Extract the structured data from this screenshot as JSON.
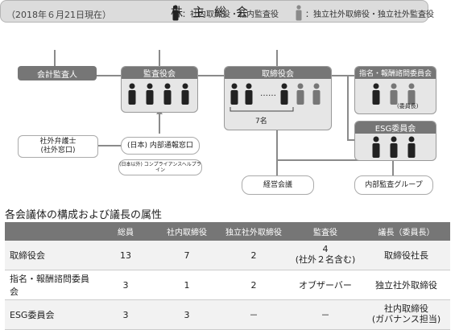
{
  "header": {
    "date": "（2018年６月21日現在）",
    "legend_internal": "：社内取締役・社内監査役",
    "legend_external": "：独立社外取締役・独立社外監査役"
  },
  "diagram": {
    "shareholders": "株主総会",
    "auditor": "会計監査人",
    "audit_board": "監査役会",
    "board": "取締役会",
    "board_count": "7名",
    "board_ellipsis": "……",
    "nomination": "指名・報酬諮問委員会",
    "chair_badge": "(委員長)",
    "esg": "ESG委員会",
    "lawyer": "社外弁護士\n(社外窓口)",
    "internal_report": "(日本) 内部通報窓口",
    "helpline": "(日本以外) コンプライアンスヘルプライン",
    "management": "経営会議",
    "internal_audit": "内部監査グループ"
  },
  "table": {
    "title": "各会議体の構成および議長の属性",
    "headers": [
      "",
      "総員",
      "社内取締役",
      "独立社外取締役",
      "監査役",
      "議長（委員長）"
    ],
    "rows": [
      [
        "取締役会",
        "13",
        "7",
        "2",
        "4\n(社外２名含む)",
        "取締役社長"
      ],
      [
        "指名・報酬諮問委員会",
        "3",
        "1",
        "2",
        "オブザーバー",
        "独立社外取締役"
      ],
      [
        "ESG委員会",
        "3",
        "3",
        "－",
        "－",
        "社内取締役\n(ガバナンス担当)"
      ]
    ]
  },
  "colors": {
    "dark": "#767676",
    "light": "#e6e6e6",
    "external": "#8a8a8a"
  }
}
